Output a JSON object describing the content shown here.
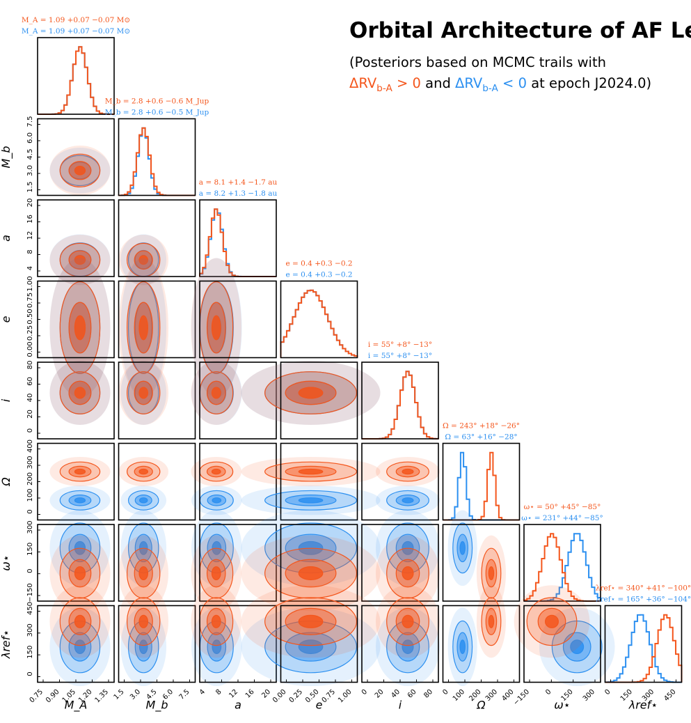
{
  "title": "Orbital Architecture of AF Lep",
  "subtitle_line1": "(Posteriors based on MCMC trails with",
  "subtitle_line2": {
    "pos_label": "ΔRV",
    "pos_sub": "b-A",
    "pos_cond": " > 0",
    "and": " and ",
    "neg_label": "ΔRV",
    "neg_sub": "b-A",
    "neg_cond": " < 0",
    "tail": " at epoch J2024.0)"
  },
  "colors": {
    "pos": "#f4561c",
    "neg": "#2b8ff0"
  },
  "chart_data": {
    "type": "corner",
    "series": [
      {
        "name": "ΔRVb-A > 0",
        "color": "#f4561c"
      },
      {
        "name": "ΔRVb-A < 0",
        "color": "#2b8ff0"
      }
    ],
    "parameters": [
      {
        "key": "MA",
        "label": "M_A",
        "ticks": [
          "0.75",
          "0.90",
          "1.05",
          "1.20",
          "1.35"
        ],
        "range": [
          0.68,
          1.42
        ],
        "pos": {
          "median": 1.09,
          "sigma": 0.07
        },
        "neg": {
          "median": 1.09,
          "sigma": 0.07
        },
        "annot_pos": "M_A = 1.09 +0.07 −0.07 M⊙",
        "annot_neg": "M_A = 1.09 +0.07 −0.07 M⊙"
      },
      {
        "key": "Mb",
        "label": "M_b",
        "ticks": [
          "1.5",
          "3.0",
          "4.5",
          "6.0",
          "7.5"
        ],
        "range": [
          0.3,
          8.0
        ],
        "pos": {
          "median": 2.8,
          "sigma": 0.6
        },
        "neg": {
          "median": 2.8,
          "sigma": 0.55
        },
        "annot_pos": "M_b = 2.8 +0.6 −0.6 M_Jup",
        "annot_neg": "M_b = 2.8 +0.6 −0.5 M_Jup"
      },
      {
        "key": "a",
        "label": "a",
        "ticks": [
          "4",
          "8",
          "12",
          "16",
          "20"
        ],
        "range": [
          4,
          23
        ],
        "pos": {
          "median": 8.1,
          "sigma": 1.5
        },
        "neg": {
          "median": 8.2,
          "sigma": 1.5
        },
        "annot_pos": "a = 8.1 +1.4 −1.7 au",
        "annot_neg": "a = 8.2 +1.3 −1.8 au"
      },
      {
        "key": "e",
        "label": "e",
        "ticks": [
          "0.00",
          "0.25",
          "0.50",
          "0.75",
          "1.00"
        ],
        "range": [
          -0.05,
          1.1
        ],
        "pos": {
          "median": 0.4,
          "sigma": 0.25
        },
        "neg": {
          "median": 0.4,
          "sigma": 0.25
        },
        "annot_pos": "e = 0.4 +0.3 −0.2",
        "annot_neg": "e = 0.4 +0.3 −0.2"
      },
      {
        "key": "i",
        "label": "i",
        "ticks": [
          "0",
          "20",
          "40",
          "60",
          "80"
        ],
        "range": [
          -5,
          95
        ],
        "pos": {
          "median": 55,
          "sigma": 10
        },
        "neg": {
          "median": 55,
          "sigma": 10
        },
        "annot_pos": "i = 55° +8° −13°",
        "annot_neg": "i = 55° +8° −13°"
      },
      {
        "key": "Omega",
        "label": "Ω",
        "ticks": [
          "0",
          "100",
          "200",
          "300",
          "400"
        ],
        "range": [
          -60,
          420
        ],
        "pos": {
          "median": 243,
          "sigma": 22
        },
        "neg": {
          "median": 63,
          "sigma": 22
        },
        "annot_pos": "Ω = 243° +18° −26°",
        "annot_neg": "Ω = 63° +16° −28°"
      },
      {
        "key": "omega",
        "label": "ω⋆",
        "ticks": [
          "−150",
          "0",
          "150",
          "300"
        ],
        "range": [
          -150,
          400
        ],
        "pos": {
          "median": 50,
          "sigma": 65
        },
        "neg": {
          "median": 231,
          "sigma": 65
        },
        "annot_pos": "ω⋆ = 50° +45° −85°",
        "annot_neg": "ω⋆ = 231° +44° −85°"
      },
      {
        "key": "lambda",
        "label": "λref⋆",
        "ticks": [
          "0",
          "150",
          "300",
          "450"
        ],
        "range": [
          -80,
          450
        ],
        "pos": {
          "median": 340,
          "sigma": 60
        },
        "neg": {
          "median": 165,
          "sigma": 65
        },
        "annot_pos": "λref⋆ = 340° +41° −100°",
        "annot_neg": "λref⋆ = 165° +36° −104°"
      }
    ],
    "grid": false,
    "legend": "top-right"
  }
}
